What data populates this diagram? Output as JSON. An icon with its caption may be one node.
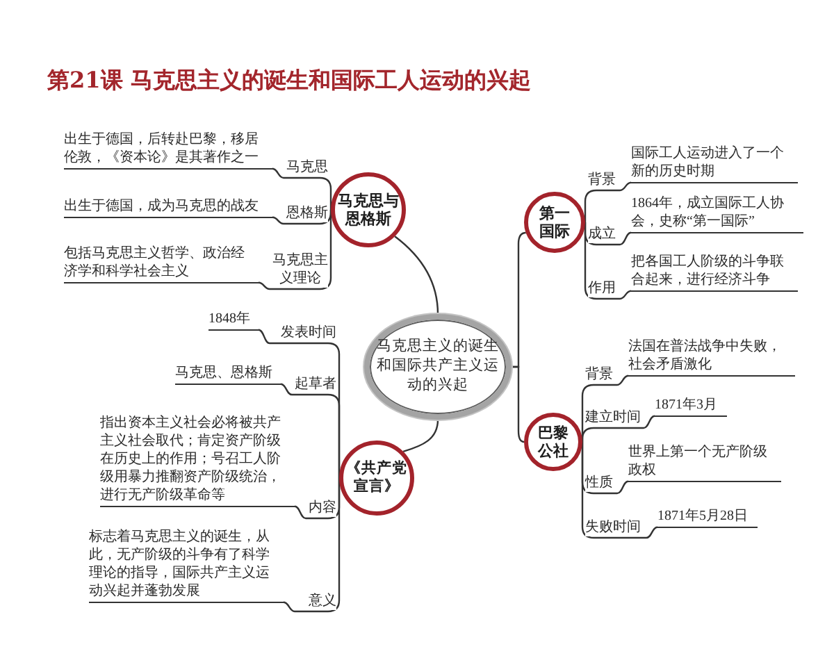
{
  "diagram": {
    "title": "第21课 马克思主义的诞生和国际工人运动的兴起",
    "nodes": [
      {
        "text": [
          "马克思主义的诞生和国际共产主义运动的兴起"
        ]
      },
      {
        "text": [
          "马克思与恩格斯"
        ]
      },
      {
        "text": [
          "第一国际"
        ]
      },
      {
        "text": [
          "《共产党宣言》"
        ]
      },
      {
        "text": [
          "巴黎公社"
        ]
      },
      {
        "text": [
          "出生于德国，后转赴巴黎，移居伦敦，《资本论》是其著作之一"
        ]
      },
      {
        "text": [
          "出生于德国，成为马克思的战友"
        ]
      },
      {
        "text": [
          "包括马克思主义哲学、政治经济学和科学社会主义"
        ]
      },
      {
        "text": [
          "国际工人运动进入了一个新的历史时期"
        ]
      },
      {
        "text": [
          "1864年，成立国际工人协会，史称“第一国际”"
        ]
      },
      {
        "text": [
          "把各国工人阶级的斗争联合起来，进行经济斗争"
        ]
      },
      {
        "text": [
          "1848年"
        ]
      },
      {
        "text": [
          "马克思、恩格斯"
        ]
      },
      {
        "text": [
          "指出资本主义社会必将被共产主义社会取代；肯定资产阶级在历史上的作用；号召工人阶级用暴力推翻资产阶级统治，进行无产阶级革命等"
        ]
      },
      {
        "text": [
          "标志着马克思主义的诞生，从此，无产阶级的斗争有了科学理论的指导，国际共产主义运动兴起并蓬勃发展"
        ]
      },
      {
        "text": [
          "法国在普法战争中失败，社会矛盾激化"
        ]
      },
      {
        "text": [
          "1871年3月"
        ]
      },
      {
        "text": [
          "世界上第一个无产阶级政权"
        ]
      },
      {
        "text": [
          "1871年5月28日"
        ]
      }
    ],
    "edges": [
      {
        "from": 0,
        "to": 1,
        "arrow": "none"
      },
      {
        "from": 0,
        "to": 2,
        "arrow": "none"
      },
      {
        "from": 0,
        "to": 3,
        "arrow": "none"
      },
      {
        "from": 0,
        "to": 4,
        "arrow": "none"
      },
      {
        "from": 1,
        "to": 5,
        "label": "马克思",
        "arrow": "none"
      },
      {
        "from": 1,
        "to": 6,
        "label": "恩格斯",
        "arrow": "none"
      },
      {
        "from": 1,
        "to": 7,
        "label": "马克思主义理论",
        "arrow": "none"
      },
      {
        "from": 2,
        "to": 8,
        "label": "背景",
        "arrow": "none"
      },
      {
        "from": 2,
        "to": 9,
        "label": "成立",
        "arrow": "none"
      },
      {
        "from": 2,
        "to": 10,
        "label": "作用",
        "arrow": "none"
      },
      {
        "from": 3,
        "to": 11,
        "label": "发表时间",
        "arrow": "none"
      },
      {
        "from": 3,
        "to": 12,
        "label": "起草者",
        "arrow": "none"
      },
      {
        "from": 3,
        "to": 13,
        "label": "内容",
        "arrow": "none"
      },
      {
        "from": 3,
        "to": 14,
        "label": "意义",
        "arrow": "none"
      },
      {
        "from": 4,
        "to": 15,
        "label": "背景",
        "arrow": "none"
      },
      {
        "from": 4,
        "to": 16,
        "label": "建立时间",
        "arrow": "none"
      },
      {
        "from": 4,
        "to": 17,
        "label": "性质",
        "arrow": "none"
      },
      {
        "from": 4,
        "to": 18,
        "label": "失败时间",
        "arrow": "none"
      }
    ]
  }
}
